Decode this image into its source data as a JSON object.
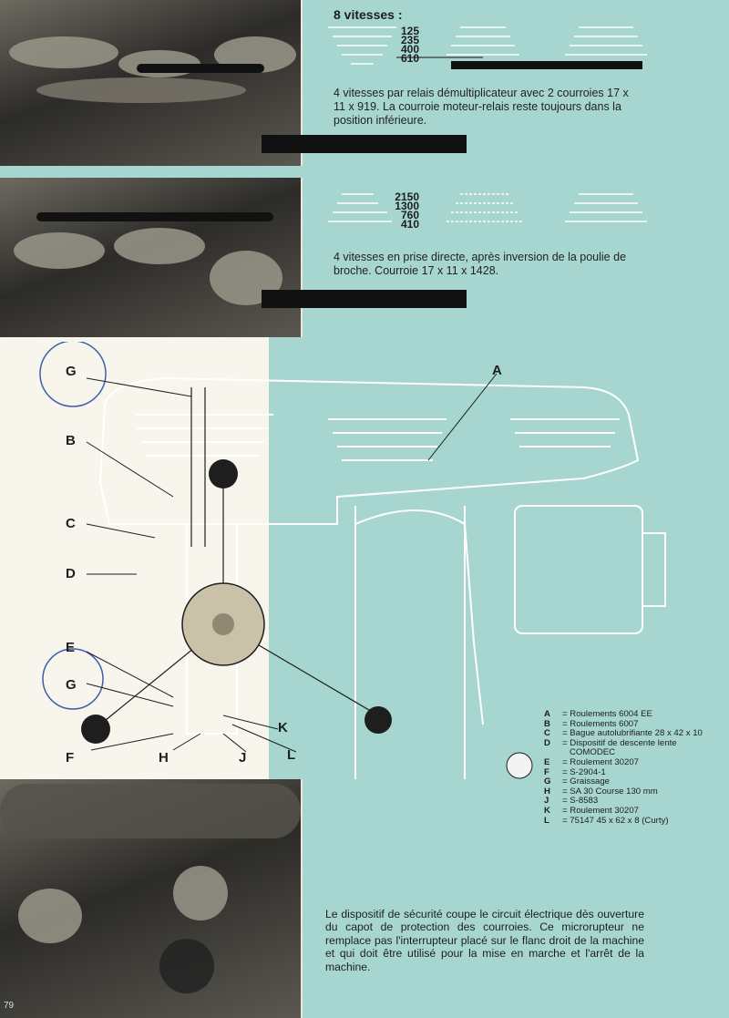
{
  "speeds": {
    "title": "8 vitesses :",
    "group1": [
      "125",
      "235",
      "400",
      "610"
    ],
    "group2": [
      "2150",
      "1300",
      "760",
      "410"
    ]
  },
  "captions": {
    "relay": "4 vitesses par relais démultiplicateur avec 2 courroies 17 x 11 x 919. La courroie moteur-relais reste toujours dans la position inférieure.",
    "direct": "4 vitesses en prise directe, après inversion de la poulie de broche. Courroie 17 x 11 x 1428."
  },
  "diagram_letters": {
    "A": "A",
    "B": "B",
    "C": "C",
    "D": "D",
    "E": "E",
    "F": "F",
    "G1": "G",
    "G2": "G",
    "H": "H",
    "J": "J",
    "K": "K",
    "L": "L"
  },
  "legend": [
    {
      "key": "A",
      "text": "= Roulements 6004 EE"
    },
    {
      "key": "B",
      "text": "= Roulements 6007"
    },
    {
      "key": "C",
      "text": "= Bague autolubrifiante 28 x 42 x 10"
    },
    {
      "key": "D",
      "text": "= Dispositif de descente lente\n   COMODEC"
    },
    {
      "key": "E",
      "text": "= Roulement 30207"
    },
    {
      "key": "F",
      "text": "= S-2904-1"
    },
    {
      "key": "G",
      "text": "= Graissage"
    },
    {
      "key": "H",
      "text": "= SA 30 Course 130 mm"
    },
    {
      "key": "J",
      "text": "= S-8583"
    },
    {
      "key": "K",
      "text": "= Roulement 30207"
    },
    {
      "key": "L",
      "text": "= 75147 45 x 62 x 8 (Curty)"
    }
  ],
  "safety_text": "Le dispositif de sécurité coupe le circuit électrique dès ouverture du capot de protection des courroies. Ce microrupteur ne remplace pas l'interrupteur placé sur le flanc droit de la machine et qui doit être utilisé pour la mise en marche et l'arrêt de la machine.",
  "page_number": "79"
}
